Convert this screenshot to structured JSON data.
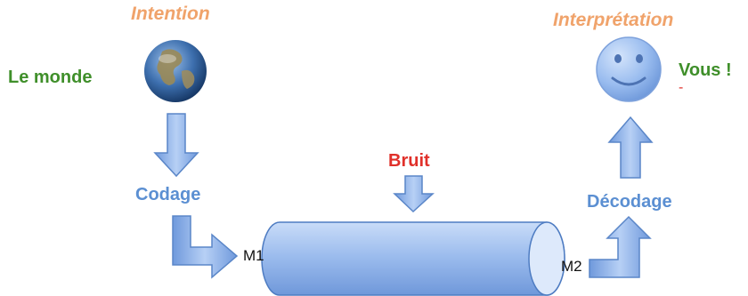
{
  "labels": {
    "intention": "Intention",
    "interpretation": "Interprétation",
    "le_monde": "Le monde",
    "vous": "Vous !",
    "vous_mark": "-",
    "bruit": "Bruit",
    "codage": "Codage",
    "decodage": "Décodage",
    "m1": "M1",
    "m2": "M2"
  },
  "icons": {
    "source": "globe-icon",
    "receiver": "smiley-icon"
  },
  "colors": {
    "orange": "#f0a36b",
    "green": "#3f8f2a",
    "red": "#e0302a",
    "blue": "#5b8fd2",
    "arrow_fill": "#8fb4ea",
    "arrow_edge": "#5a86c8"
  }
}
